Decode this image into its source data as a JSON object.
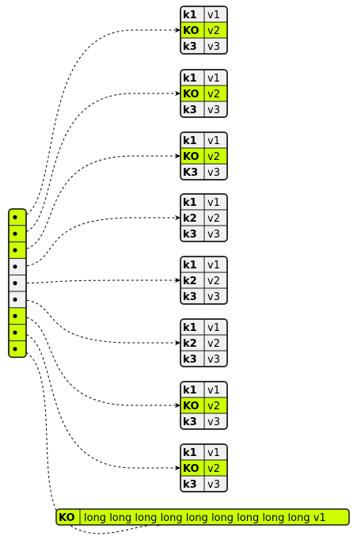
{
  "colors": {
    "highlight": "#ccff00",
    "background": "#f1f1f1",
    "border": "#181818"
  },
  "maps": [
    {
      "rows": [
        {
          "key": "k1",
          "value": "v1",
          "hl": false
        },
        {
          "key": "KO",
          "value": "v2",
          "hl": true
        },
        {
          "key": "k3",
          "value": "v3",
          "hl": false
        }
      ]
    },
    {
      "rows": [
        {
          "key": "k1",
          "value": "v1",
          "hl": false
        },
        {
          "key": "KO",
          "value": "v2",
          "hl": true
        },
        {
          "key": "k3",
          "value": "v3",
          "hl": false
        }
      ]
    },
    {
      "rows": [
        {
          "key": "k1",
          "value": "v1",
          "hl": false
        },
        {
          "key": "KO",
          "value": "v2",
          "hl": true
        },
        {
          "key": "K3",
          "value": "v3",
          "hl": false
        }
      ]
    },
    {
      "rows": [
        {
          "key": "k1",
          "value": "v1",
          "hl": false
        },
        {
          "key": "k2",
          "value": "v2",
          "hl": false
        },
        {
          "key": "k3",
          "value": "v3",
          "hl": false
        }
      ]
    },
    {
      "rows": [
        {
          "key": "k1",
          "value": "v1",
          "hl": false
        },
        {
          "key": "k2",
          "value": "v2",
          "hl": false
        },
        {
          "key": "k3",
          "value": "v3",
          "hl": false
        }
      ]
    },
    {
      "rows": [
        {
          "key": "k1",
          "value": "v1",
          "hl": false
        },
        {
          "key": "k2",
          "value": "v2",
          "hl": false
        },
        {
          "key": "k3",
          "value": "v3",
          "hl": false
        }
      ]
    },
    {
      "rows": [
        {
          "key": "k1",
          "value": "v1",
          "hl": false
        },
        {
          "key": "KO",
          "value": "v2",
          "hl": true
        },
        {
          "key": "k3",
          "value": "v3",
          "hl": false
        }
      ]
    },
    {
      "rows": [
        {
          "key": "k1",
          "value": "v1",
          "hl": false
        },
        {
          "key": "KO",
          "value": "v2",
          "hl": true
        },
        {
          "key": "k3",
          "value": "v3",
          "hl": false
        }
      ]
    }
  ],
  "array": {
    "cells": [
      {
        "hl": true,
        "target": 0
      },
      {
        "hl": true,
        "target": 1
      },
      {
        "hl": true,
        "target": 2
      },
      {
        "hl": false,
        "target": 3
      },
      {
        "hl": false,
        "target": 4
      },
      {
        "hl": false,
        "target": 5
      },
      {
        "hl": true,
        "target": 6
      },
      {
        "hl": true,
        "target": 7
      },
      {
        "hl": true,
        "target": "long"
      }
    ]
  },
  "long_map": {
    "key": "KO",
    "value": "long long long long long long long long long v1"
  }
}
